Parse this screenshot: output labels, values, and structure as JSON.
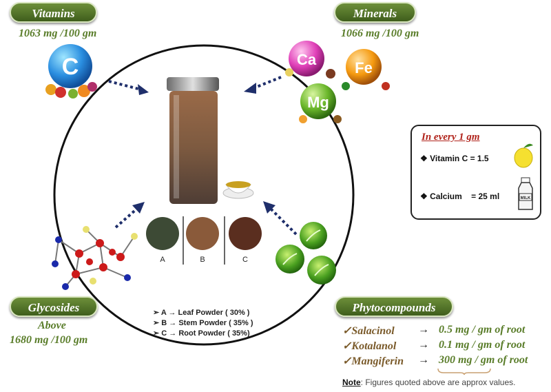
{
  "vitamins": {
    "title": "Vitamins",
    "amount": "1063 mg /100 gm",
    "icon_letter": "C"
  },
  "minerals": {
    "title": "Minerals",
    "amount": "1066 mg /100 gm",
    "icons": [
      "Ca",
      "Fe",
      "Mg"
    ]
  },
  "glycosides": {
    "title": "Glycosides",
    "amount_line1": "Above",
    "amount_line2": "1680 mg /100 gm"
  },
  "phytocompounds": {
    "title": "Phytocompounds",
    "rows": [
      {
        "check": "✓",
        "name": "Salacinol",
        "arrow": "→",
        "value": "0.5 mg / gm of root"
      },
      {
        "check": "✓",
        "name": "Kotalanol",
        "arrow": "→",
        "value": "0.1 mg / gm of root"
      },
      {
        "check": "✓",
        "name": "Mangiferin",
        "arrow": "→",
        "value": "300 mg / gm of root"
      }
    ]
  },
  "powders": {
    "swatches": [
      {
        "letter": "A",
        "color": "#3d4a35"
      },
      {
        "letter": "B",
        "color": "#8a5a3a"
      },
      {
        "letter": "C",
        "color": "#5a2e1f"
      }
    ],
    "list": [
      {
        "bullet": "➢",
        "text": "A → Leaf Powder ( 30% )"
      },
      {
        "bullet": "➢",
        "text": "B → Stem Powder ( 35% )"
      },
      {
        "bullet": "➢",
        "text": "C → Root Powder ( 35%)"
      }
    ]
  },
  "per_gram": {
    "title": "In every 1 gm",
    "rows": [
      {
        "bullet": "❖",
        "text": "Vitamin C = 1.5"
      },
      {
        "bullet": "❖",
        "text": "Calcium    = 25 ml"
      }
    ],
    "milk_label": "MILK"
  },
  "note": {
    "label": "Note",
    "text": ": Figures quoted above are approx values."
  },
  "colors": {
    "pill_green": "#4f7127",
    "amount_green": "#5a7d2a",
    "phyto_brown": "#7a5a2a",
    "title_red": "#b0221a",
    "arrow_navy": "#1f2f6b"
  }
}
